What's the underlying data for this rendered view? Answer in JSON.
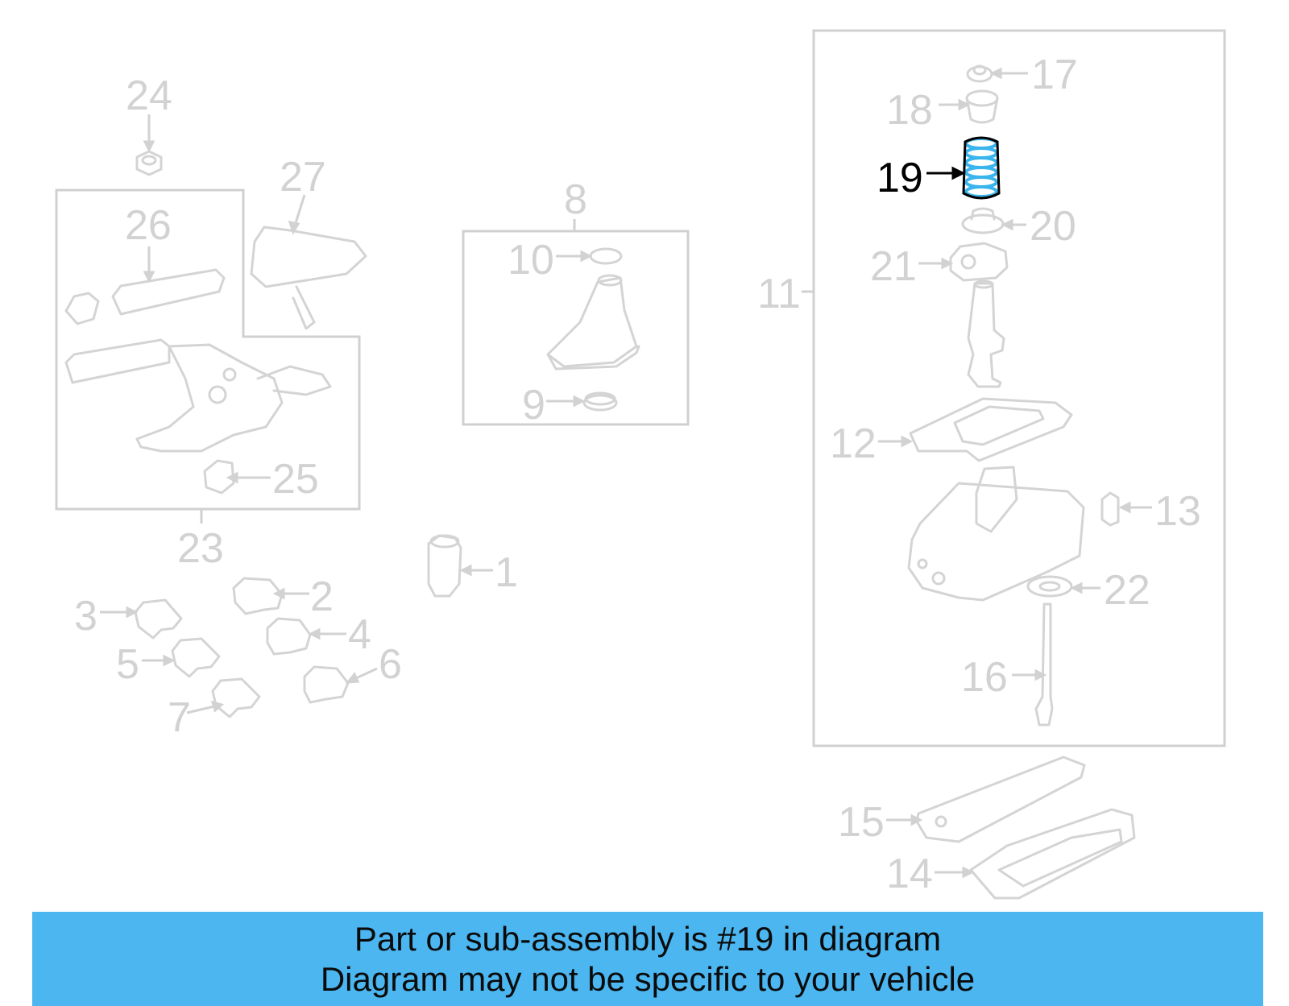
{
  "callouts": {
    "n1": "1",
    "n2": "2",
    "n3": "3",
    "n4": "4",
    "n5": "5",
    "n6": "6",
    "n7": "7",
    "n8": "8",
    "n9": "9",
    "n10": "10",
    "n11": "11",
    "n12": "12",
    "n13": "13",
    "n14": "14",
    "n15": "15",
    "n16": "16",
    "n17": "17",
    "n18": "18",
    "n19": "19",
    "n20": "20",
    "n21": "21",
    "n22": "22",
    "n23": "23",
    "n24": "24",
    "n25": "25",
    "n26": "26",
    "n27": "27"
  },
  "highlighted_part": "19",
  "highlight_color": "#3ab4ec",
  "banner": {
    "line1": "Part or sub-assembly is #19 in diagram",
    "line2": "Diagram may not be specific to your vehicle",
    "background": "#4cb6f0"
  }
}
